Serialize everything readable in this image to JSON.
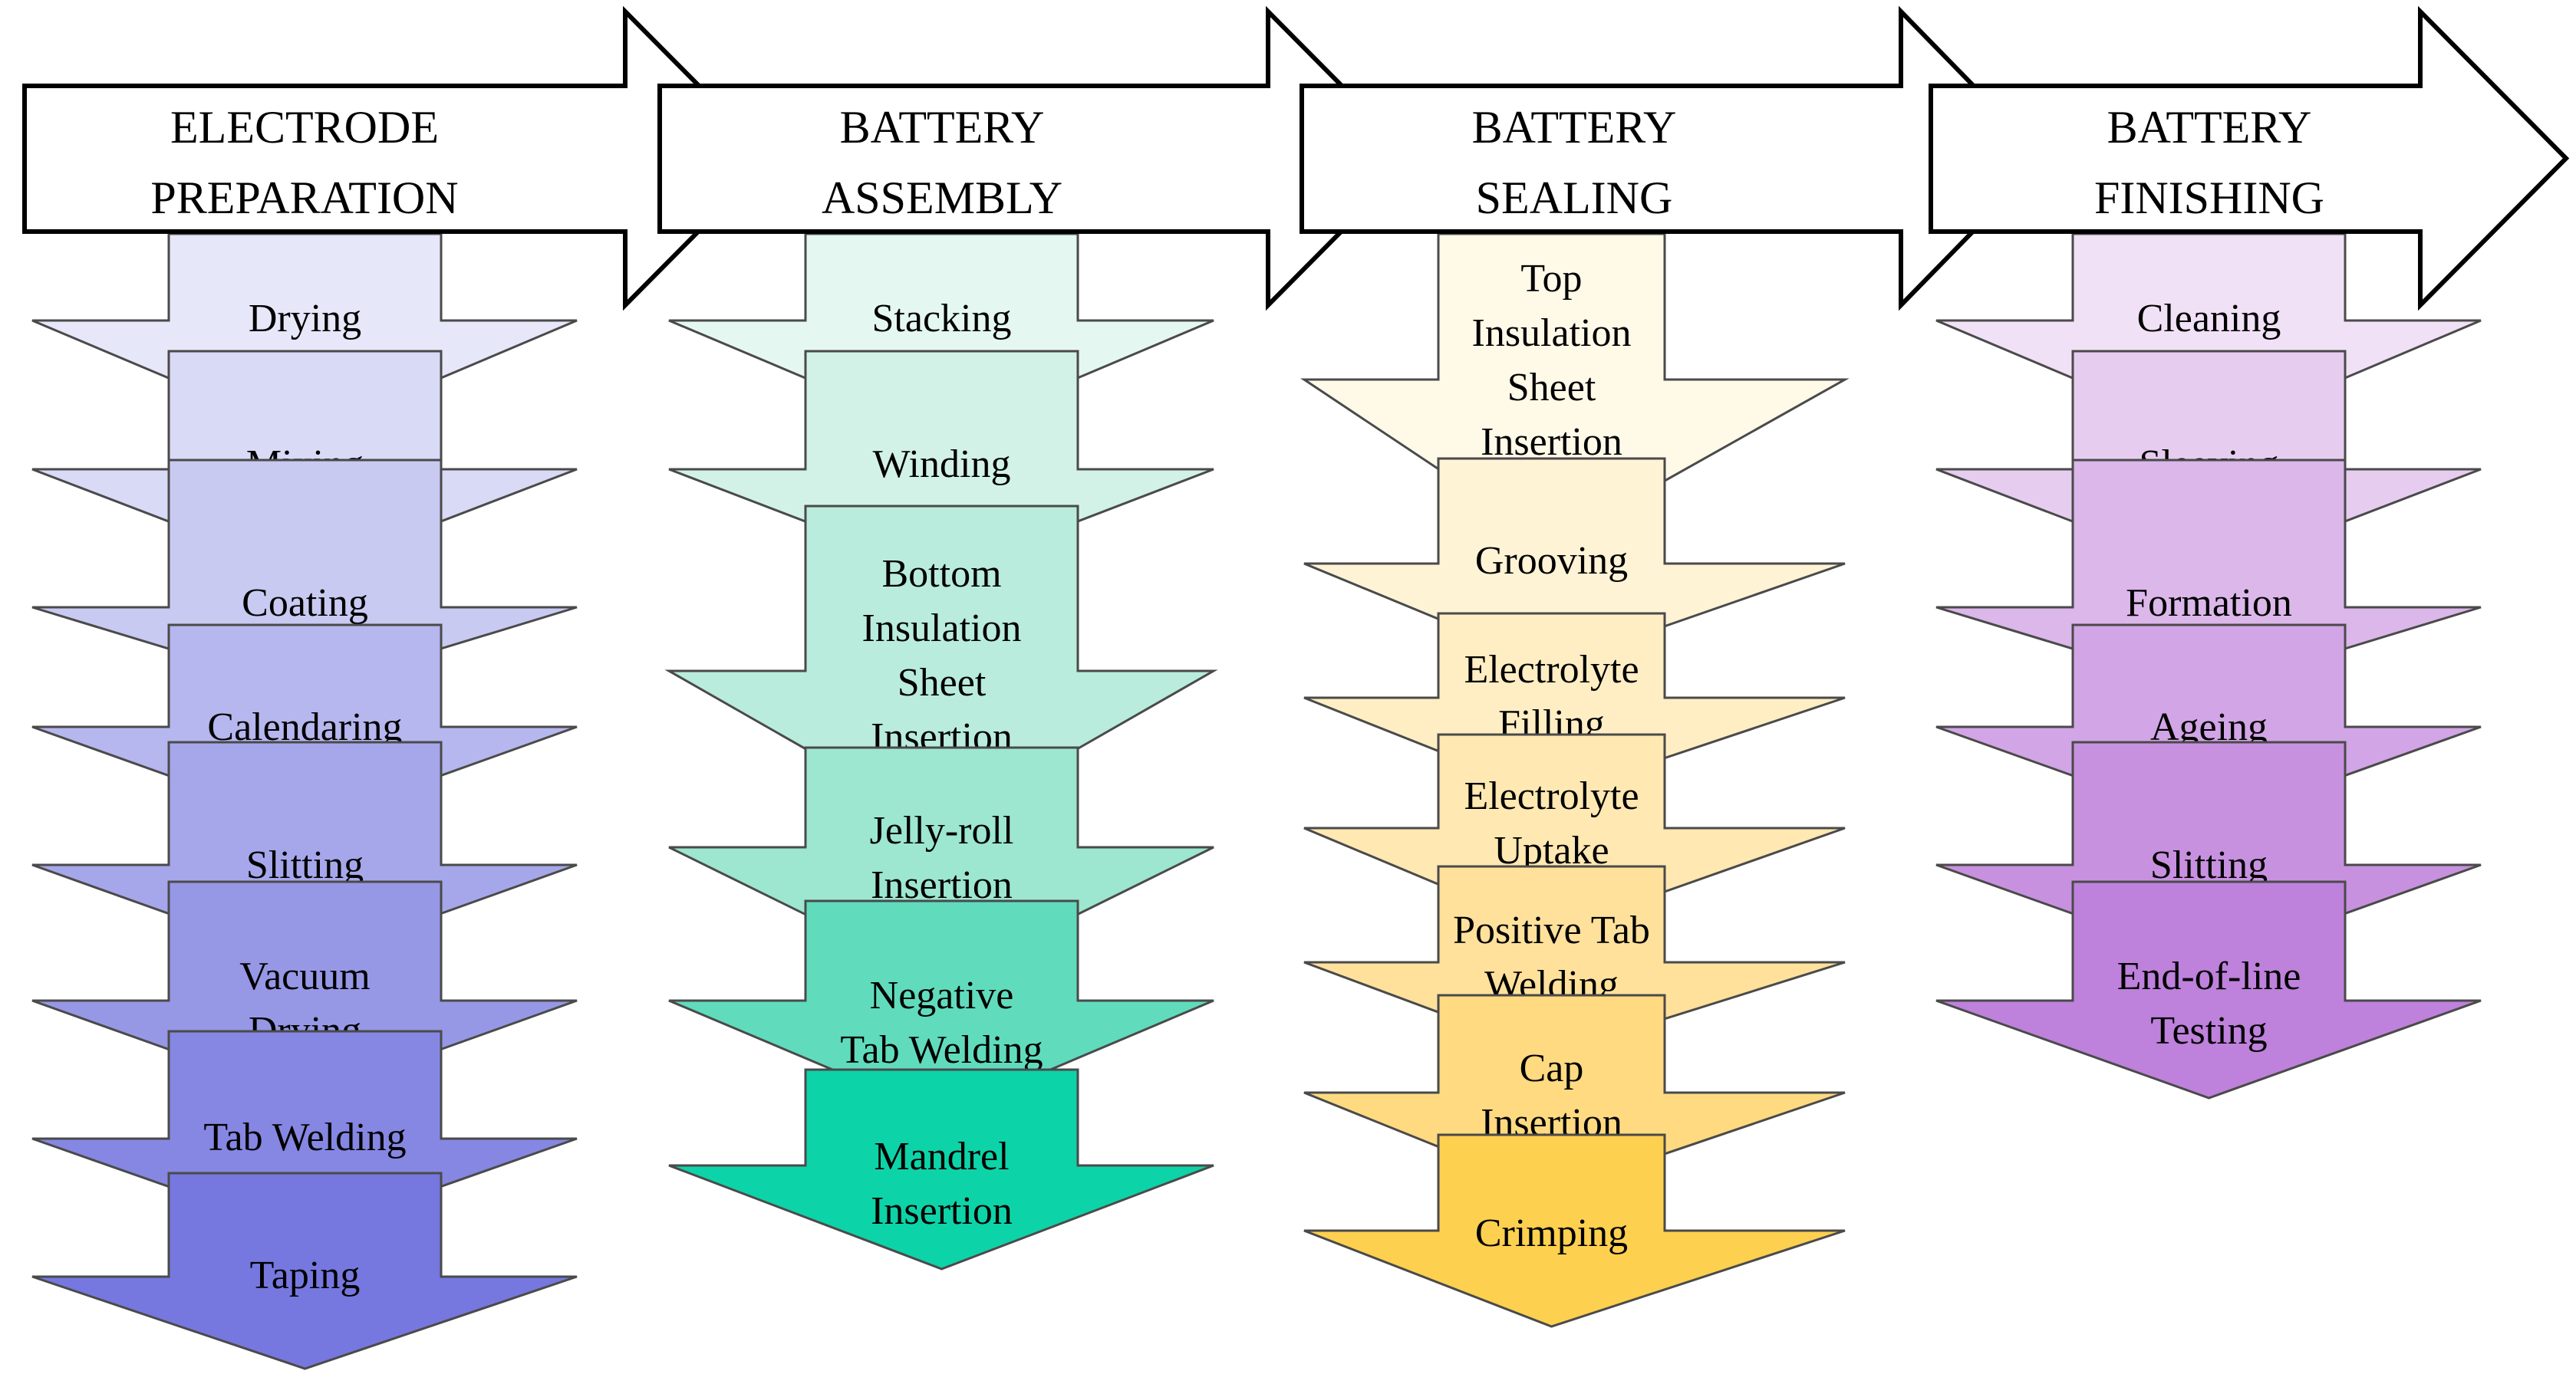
{
  "stages": [
    {
      "title": [
        "ELECTRODE",
        "PREPARATION"
      ],
      "steps": [
        {
          "label": [
            "Drying"
          ],
          "color": "#e6e7f9"
        },
        {
          "label": [
            "Mixing"
          ],
          "color": "#d9daf6"
        },
        {
          "label": [
            "Coating"
          ],
          "color": "#c9caf2"
        },
        {
          "label": [
            "Calendaring"
          ],
          "color": "#b6b7ee"
        },
        {
          "label": [
            "Slitting"
          ],
          "color": "#a6a7ea"
        },
        {
          "label": [
            "Vacuum",
            "Drying"
          ],
          "color": "#9698e6"
        },
        {
          "label": [
            "Tab Welding"
          ],
          "color": "#8587e2"
        },
        {
          "label": [
            "Taping"
          ],
          "color": "#7678df"
        }
      ]
    },
    {
      "title": [
        "BATTERY",
        "ASSEMBLY"
      ],
      "steps": [
        {
          "label": [
            "Stacking"
          ],
          "color": "#e5f7f1"
        },
        {
          "label": [
            "Winding"
          ],
          "color": "#d2f2e8"
        },
        {
          "label": [
            "Bottom",
            "Insulation",
            "Sheet",
            "Insertion"
          ],
          "color": "#b9ecdc"
        },
        {
          "label": [
            "Jelly-roll",
            "Insertion"
          ],
          "color": "#9de6d0"
        },
        {
          "label": [
            "Negative",
            "Tab Welding"
          ],
          "color": "#60dcbd"
        },
        {
          "label": [
            "Mandrel",
            "Insertion"
          ],
          "color": "#0dd3a8"
        }
      ]
    },
    {
      "title": [
        "BATTERY",
        "SEALING"
      ],
      "steps": [
        {
          "label": [
            "Top",
            "Insulation",
            "Sheet",
            "Insertion"
          ],
          "color": "#fff9e8"
        },
        {
          "label": [
            "Grooving"
          ],
          "color": "#fff3d6"
        },
        {
          "label": [
            "Electrolyte",
            "Filling"
          ],
          "color": "#ffeec4"
        },
        {
          "label": [
            "Electrolyte",
            "Uptake"
          ],
          "color": "#ffe8b2"
        },
        {
          "label": [
            "Positive Tab",
            "Welding"
          ],
          "color": "#ffe19c"
        },
        {
          "label": [
            "Cap",
            "Insertion"
          ],
          "color": "#ffda80"
        },
        {
          "label": [
            "Crimping"
          ],
          "color": "#fdd04f"
        }
      ]
    },
    {
      "title": [
        "BATTERY",
        "FINISHING"
      ],
      "steps": [
        {
          "label": [
            "Cleaning"
          ],
          "color": "#f1e1f6"
        },
        {
          "label": [
            "Sleeving"
          ],
          "color": "#e6cdf0"
        },
        {
          "label": [
            "Formation"
          ],
          "color": "#dbb7ea"
        },
        {
          "label": [
            "Ageing"
          ],
          "color": "#d2a5e6"
        },
        {
          "label": [
            "Slitting"
          ],
          "color": "#c891e0"
        },
        {
          "label": [
            "End-of-line",
            "Testing"
          ],
          "color": "#be81dc"
        }
      ]
    }
  ]
}
